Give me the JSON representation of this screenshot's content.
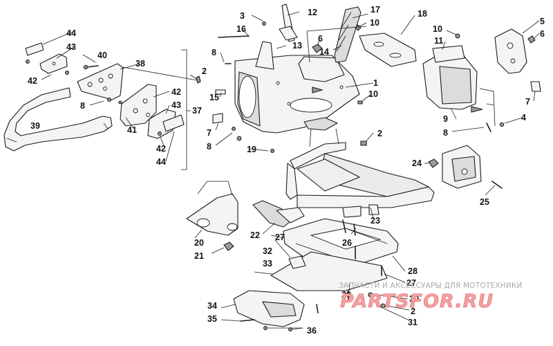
{
  "callouts": {
    "c1": "1",
    "c2a": "2",
    "c2b": "2",
    "c2c": "2",
    "c3": "3",
    "c4": "4",
    "c5": "5",
    "c6a": "6",
    "c6b": "6",
    "c7a": "7",
    "c7b": "7",
    "c8a": "8",
    "c8b": "8",
    "c8c": "8",
    "c8d": "8",
    "c9": "9",
    "c10a": "10",
    "c10b": "10",
    "c10c": "10",
    "c11": "11",
    "c12": "12",
    "c13": "13",
    "c14": "14",
    "c15": "15",
    "c16": "16",
    "c17": "17",
    "c18": "18",
    "c19": "19",
    "c20": "20",
    "c21": "21",
    "c22": "22",
    "c23": "23",
    "c24": "24",
    "c25": "25",
    "c26": "26",
    "c27a": "27",
    "c27b": "27",
    "c28": "28",
    "c29": "29",
    "c30": "30",
    "c31": "31",
    "c32": "32",
    "c33": "33",
    "c34": "34",
    "c35": "35",
    "c36": "36",
    "c37": "37",
    "c38": "38",
    "c39": "39",
    "c40": "40",
    "c41": "41",
    "c42a": "42",
    "c42b": "42",
    "c42c": "42",
    "c43a": "43",
    "c43b": "43",
    "c44a": "44",
    "c44b": "44"
  },
  "watermark": {
    "tagline": "ЗАПЧАСТИ И АКСЕССУАРЫ ДЛЯ МОТОТЕХНИКИ",
    "logo": "PARTSFOR.RU"
  }
}
